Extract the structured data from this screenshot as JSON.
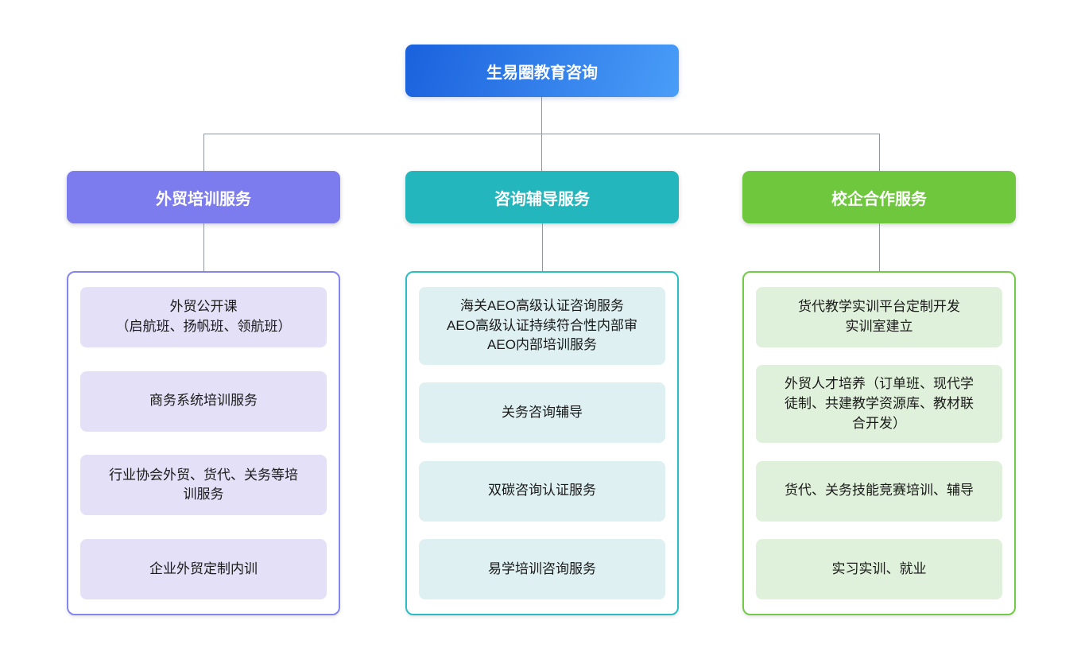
{
  "root": {
    "label": "生易圈教育咨询"
  },
  "branches": [
    {
      "label": "外贸培训服务",
      "items": [
        "外贸公开课\n（启航班、扬帆班、领航班）",
        "商务系统培训服务",
        "行业协会外贸、货代、关务等培\n训服务",
        "企业外贸定制内训"
      ]
    },
    {
      "label": "咨询辅导服务",
      "items": [
        "海关AEO高级认证咨询服务\nAEO高级认证持续符合性内部审\nAEO内部培训服务",
        "关务咨询辅导",
        "双碳咨询认证服务",
        "易学培训咨询服务"
      ]
    },
    {
      "label": "校企合作服务",
      "items": [
        "货代教学实训平台定制开发\n实训室建立",
        "外贸人才培养（订单班、现代学\n徒制、共建教学资源库、教材联\n合开发）",
        "货代、关务技能竞赛培训、辅导",
        "实习实训、就业"
      ]
    }
  ],
  "palette": {
    "root_gradient_start": "#1a61dd",
    "root_gradient_end": "#4a9df8",
    "branch_accents": [
      "#7c7cee",
      "#23b6bc",
      "#6ec73c"
    ],
    "container_borders": [
      "#8585f0",
      "#2abdc3",
      "#74ca47"
    ],
    "item_backgrounds": [
      "#e3e0f7",
      "#def0f2",
      "#dff1da"
    ],
    "connector": "#8f969c"
  }
}
